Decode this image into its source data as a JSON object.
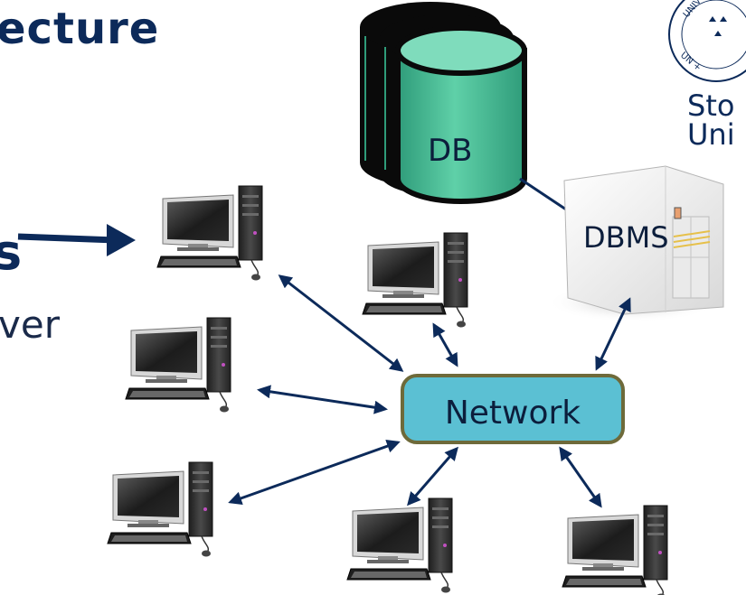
{
  "slide": {
    "title_fragment": "ecture",
    "bullet_fragment": "s",
    "sub_fragment": "ver"
  },
  "diagram": {
    "db_label": "DB",
    "dbms_label": "DBMS",
    "network_label": "Network"
  },
  "logo": {
    "text_line1": "Sto",
    "text_line2": "Uni",
    "seal_text": "UNIVERSITET"
  },
  "colors": {
    "title": "#0c2a5a",
    "db_fill": "#3db08c",
    "network_fill": "#5bc0d3",
    "network_border": "#6e6a3a",
    "arrow": "#0c2a5a"
  }
}
